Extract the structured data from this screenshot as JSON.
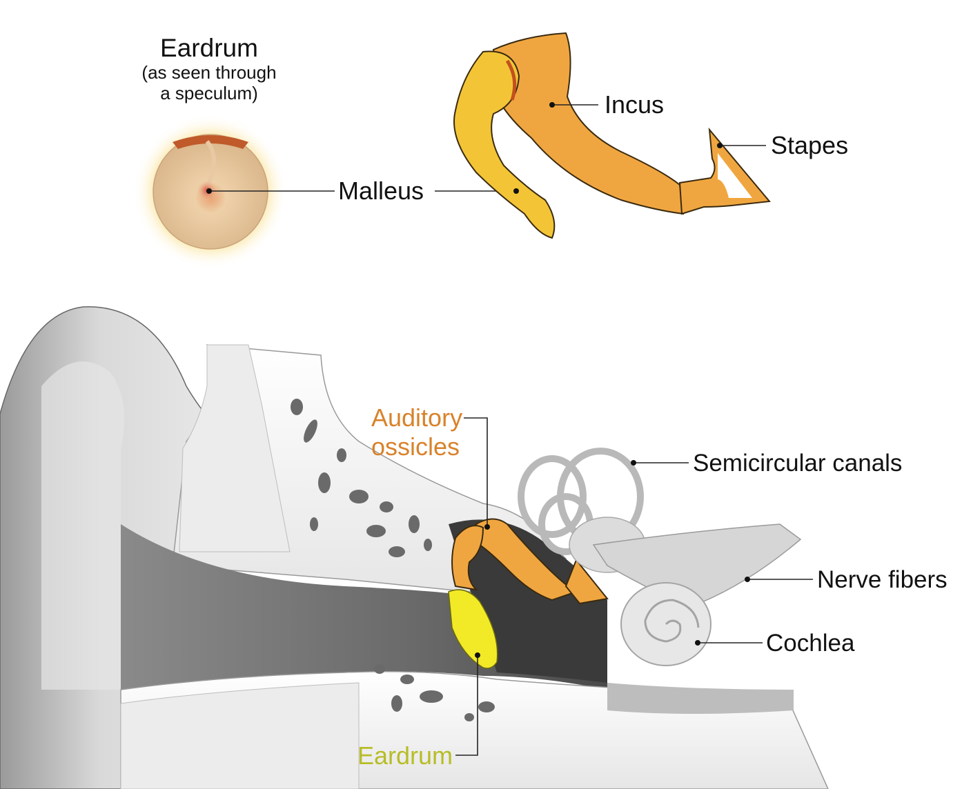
{
  "inset": {
    "title": "Eardrum",
    "subtitle_line1": "(as seen through",
    "subtitle_line2": "a speculum)"
  },
  "labels": {
    "malleus": "Malleus",
    "incus": "Incus",
    "stapes": "Stapes",
    "auditory_ossicles_line1": "Auditory",
    "auditory_ossicles_line2": "ossicles",
    "semicircular_canals": "Semicircular canals",
    "nerve_fibers": "Nerve fibers",
    "cochlea": "Cochlea",
    "eardrum": "Eardrum"
  },
  "colors": {
    "label_text": "#111111",
    "ossicles_label": "#d9822b",
    "eardrum_label": "#b7bd26",
    "bone_orange": "#f0a640",
    "malleus_yellow": "#f3c536",
    "eardrum_yellow": "#f2ea26",
    "tissue_gray": "#d4d4d4",
    "canal_dark": "#7a7a7a"
  }
}
